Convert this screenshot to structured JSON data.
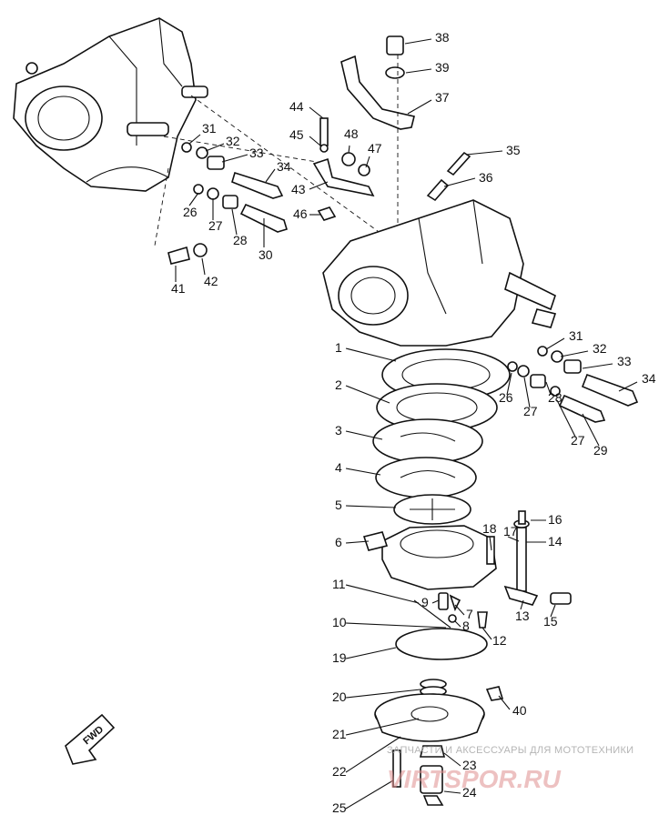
{
  "diagram": {
    "callouts": [
      "1",
      "2",
      "3",
      "4",
      "5",
      "6",
      "7",
      "8",
      "9",
      "10",
      "11",
      "12",
      "13",
      "14",
      "15",
      "16",
      "17",
      "18",
      "19",
      "20",
      "21",
      "22",
      "23",
      "24",
      "25",
      "26",
      "27",
      "28",
      "29",
      "30",
      "31",
      "32",
      "33",
      "34",
      "35",
      "36",
      "37",
      "38",
      "39",
      "40",
      "41",
      "42",
      "43",
      "44",
      "45",
      "46",
      "47",
      "48"
    ],
    "fwd_label": "FWD"
  },
  "watermark": {
    "line1": "ЗАПЧАСТИ И АКСЕССУАРЫ ДЛЯ МОТОТЕХНИКИ",
    "line2": "VIRTSPOR.RU"
  }
}
